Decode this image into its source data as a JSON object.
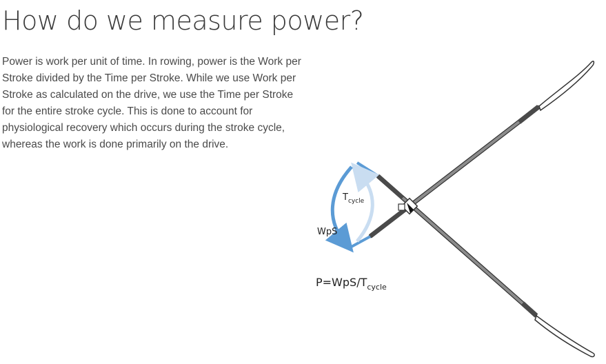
{
  "page": {
    "title": "How do we measure power?",
    "intro": "Power is work per unit of time. In rowing, power is the Work per Stroke divided by the Time per Stroke. While we use Work per Stroke as calculated on the drive, we use the Time per Stroke for the entire stroke cycle. This is done to account for physiological recovery which occurs during the stroke cycle, whereas the work is done primarily on the drive."
  },
  "diagram": {
    "t_cycle_label": {
      "base": "T",
      "sub": "cycle"
    },
    "wps_label": "WpS",
    "formula": {
      "base": "P=WpS/T",
      "sub": "cycle"
    },
    "colors": {
      "drive_arrow": "#5b9bd5",
      "recovery_arrow": "#c9ddf1",
      "shaft": "#8c8c8c",
      "outline": "#333333"
    }
  }
}
